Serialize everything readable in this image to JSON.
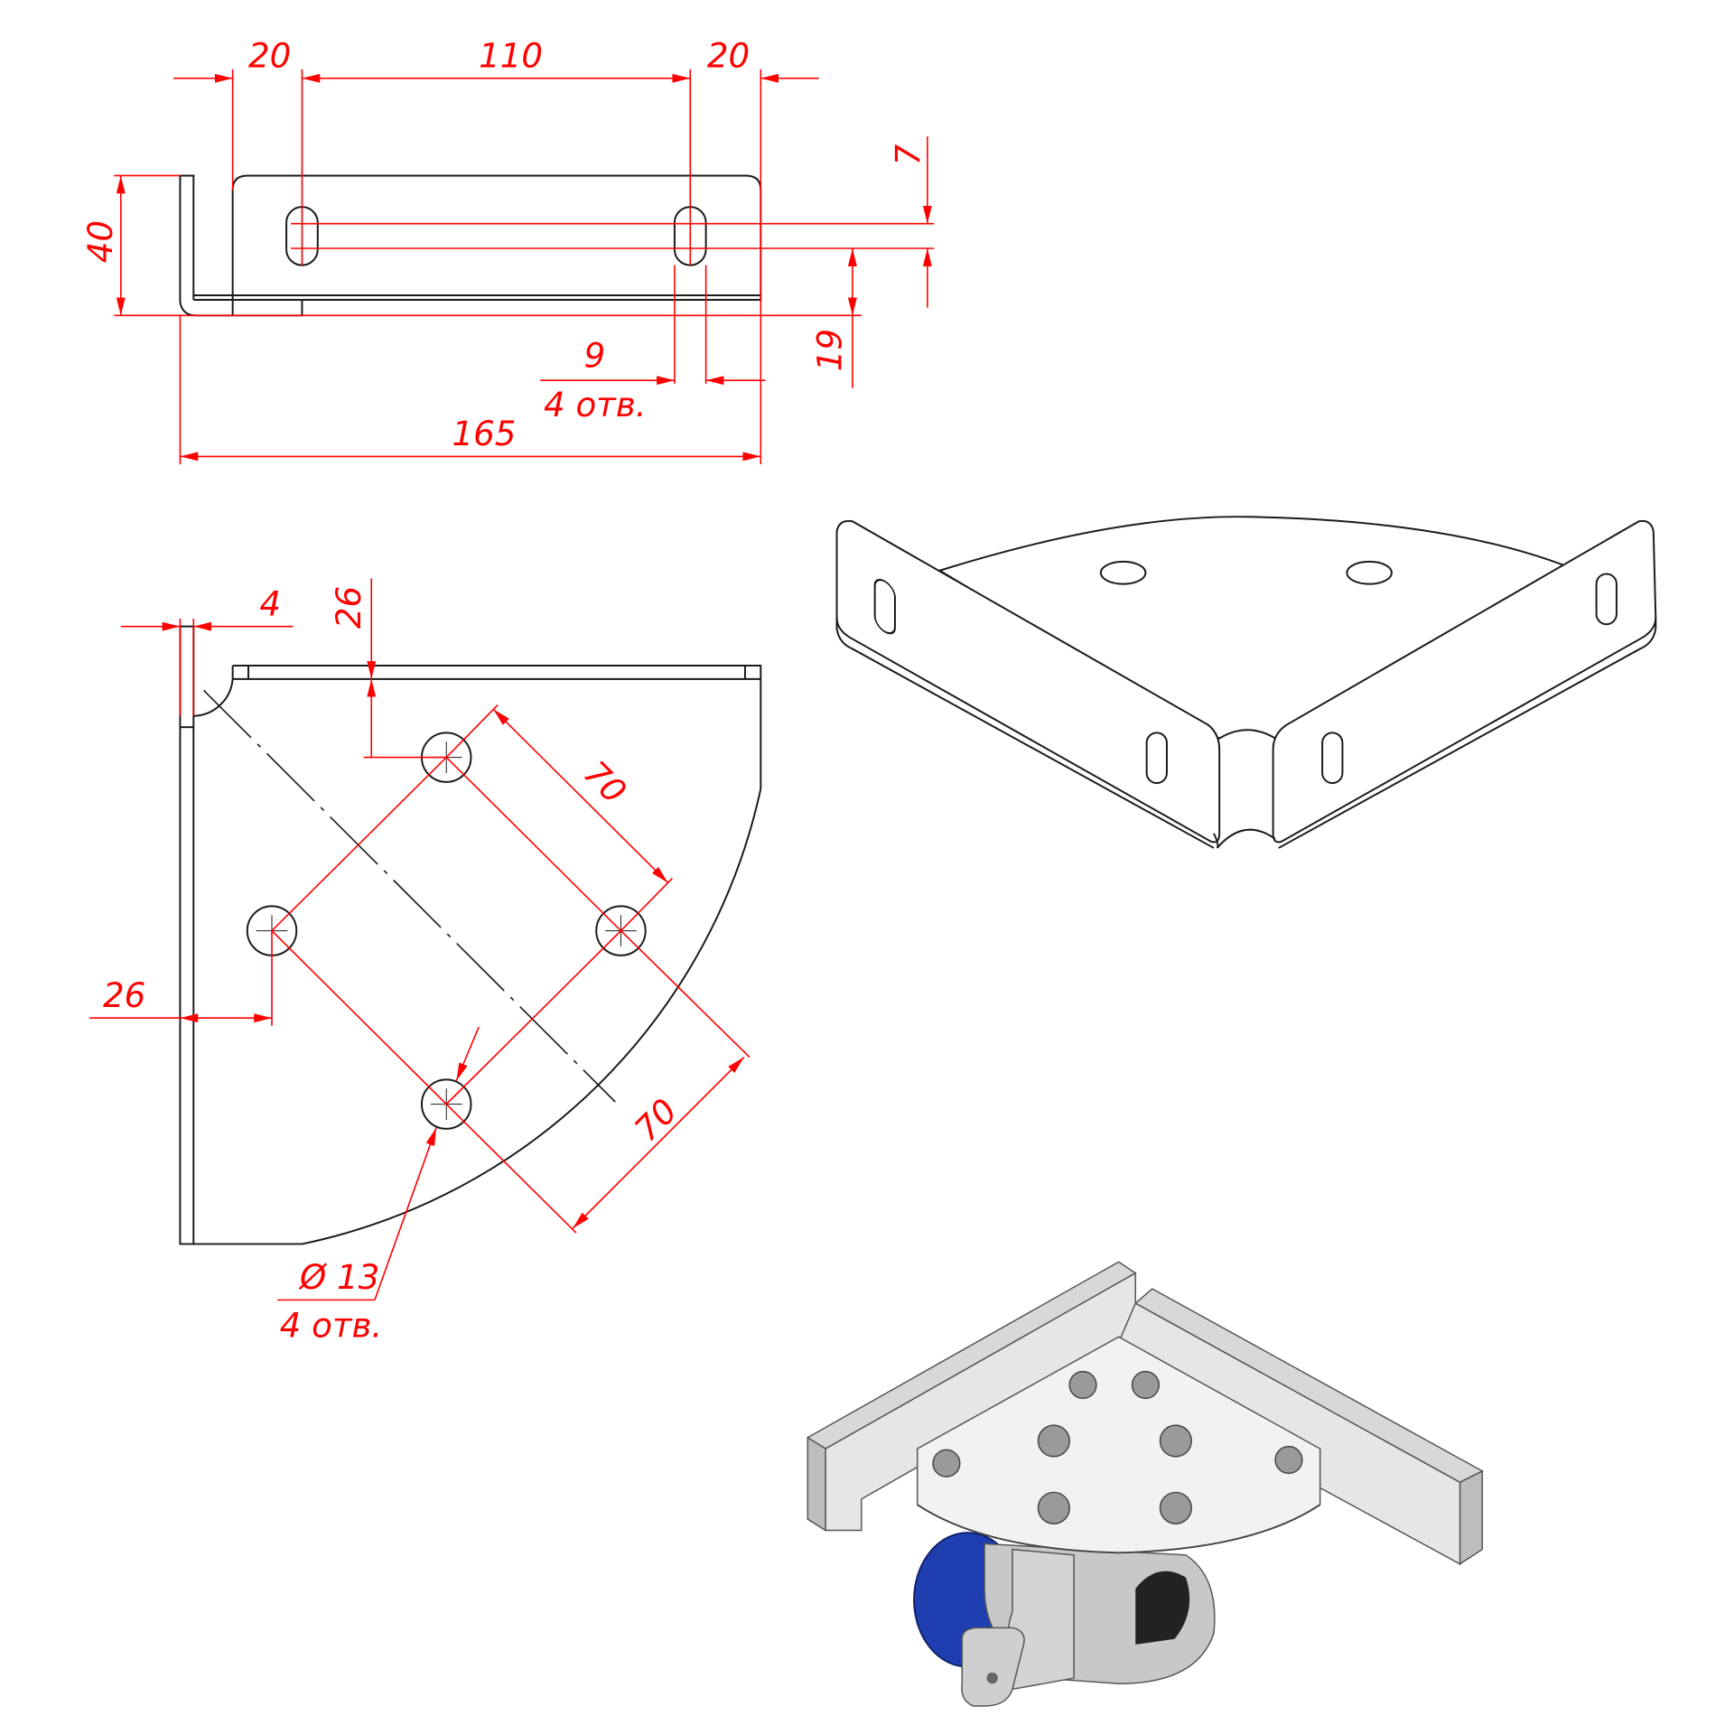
{
  "top_view": {
    "dim_left_offset": "20",
    "dim_slot_spacing": "110",
    "dim_right_offset": "20",
    "dim_slot_length": "7",
    "dim_height": "40",
    "dim_slot_width": "9",
    "dim_slot_count": "4 отв.",
    "dim_slot_position": "19",
    "dim_total_length": "165"
  },
  "plan_view": {
    "dim_thickness": "4",
    "dim_top_offset": "26",
    "dim_hole_spacing_a": "70",
    "dim_left_offset": "26",
    "dim_hole_spacing_b": "70",
    "dim_hole_diameter": "Ø 13",
    "dim_hole_count": "4 отв."
  },
  "colors": {
    "dimension": "#ff0000",
    "outline": "#1a1a1a",
    "wheel": "#1f3fb0"
  }
}
